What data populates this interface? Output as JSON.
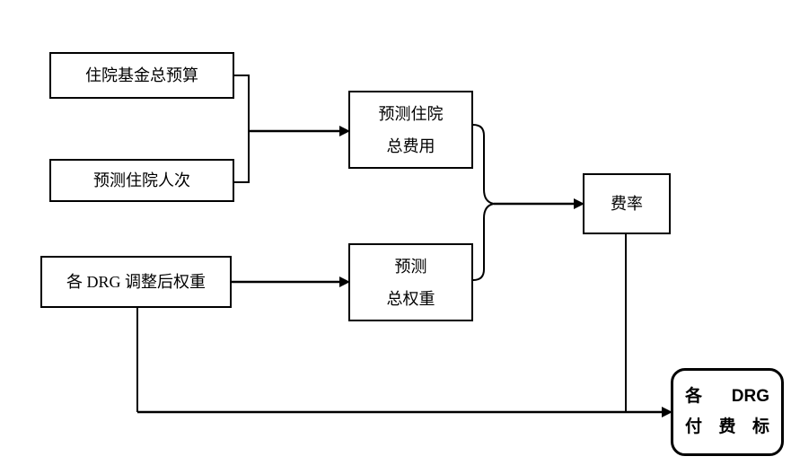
{
  "diagram": {
    "type": "flowchart",
    "background": "#ffffff",
    "line_color": "#000000",
    "nodes": {
      "hospital_fund_budget": {
        "label": "住院基金总预算"
      },
      "predicted_admissions": {
        "label": "预测住院人次"
      },
      "predicted_total_cost": {
        "line1": "预测住院",
        "line2": "总费用"
      },
      "drg_adjusted_weight": {
        "label": "各 DRG 调整后权重"
      },
      "predicted_total_weight": {
        "line1": "预测",
        "line2": "总权重"
      },
      "rate": {
        "label": "费率"
      },
      "drg_payment_standard": {
        "line1": "各 DRG",
        "line2": "付 费 标"
      }
    },
    "edges": [
      {
        "from": "hospital_fund_budget",
        "to": "predicted_total_cost",
        "style": "bracket-merge-arrow"
      },
      {
        "from": "predicted_admissions",
        "to": "predicted_total_cost",
        "style": "bracket-merge-arrow"
      },
      {
        "from": "drg_adjusted_weight",
        "to": "predicted_total_weight",
        "style": "arrow"
      },
      {
        "from": "predicted_total_cost",
        "to": "rate",
        "style": "brace-merge-arrow"
      },
      {
        "from": "predicted_total_weight",
        "to": "rate",
        "style": "brace-merge-arrow"
      },
      {
        "from": "rate",
        "to": "drg_payment_standard",
        "style": "elbow-arrow"
      },
      {
        "from": "drg_adjusted_weight",
        "to": "drg_payment_standard",
        "style": "elbow-arrow"
      }
    ]
  }
}
